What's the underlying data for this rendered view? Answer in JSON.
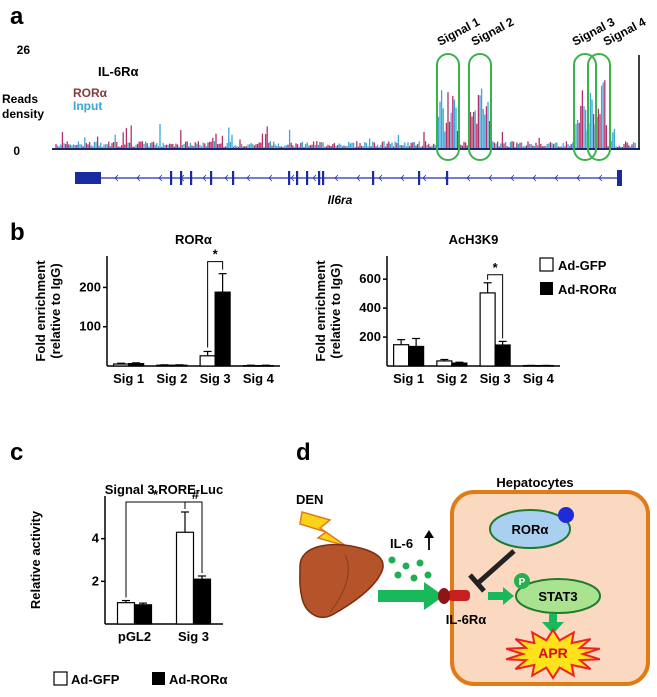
{
  "panel_a": {
    "label": "a",
    "gene_label": "IL-6Rα",
    "ymax": "26",
    "ymin": "0",
    "ylabel_line1": "Reads",
    "ylabel_line2": "density",
    "legend": [
      {
        "name": "RORα",
        "color": "#b3306a"
      },
      {
        "name": "Input",
        "color": "#3aa6d8"
      }
    ],
    "signals": [
      "Signal 1",
      "Signal 2",
      "Signal 3",
      "Signal 4"
    ],
    "gene_name": "Il6ra"
  },
  "panel_b": {
    "label": "b",
    "legend": [
      "Ad-GFP",
      "Ad-RORα"
    ]
  },
  "panel_c": {
    "label": "c",
    "legend": [
      "Ad-GFP",
      "Ad-RORα"
    ]
  },
  "panel_d": {
    "label": "d",
    "den": "DEN",
    "hepatocytes": "Hepatocytes",
    "il6": "IL-6",
    "rora": "RORα",
    "stat3": "STAT3",
    "p": "P",
    "il6ra": "IL-6Rα",
    "apr": "APR"
  },
  "chart_data": [
    {
      "type": "bar",
      "title": "RORα",
      "ylabel": "Fold enrichment (relative to IgG)",
      "categories": [
        "Sig 1",
        "Sig 2",
        "Sig 3",
        "Sig 4"
      ],
      "yticks": [
        100,
        200
      ],
      "ylim": [
        0,
        280
      ],
      "series": [
        {
          "name": "Ad-GFP",
          "values": [
            5,
            2,
            26,
            1
          ],
          "errors": [
            2,
            1,
            11,
            1
          ]
        },
        {
          "name": "Ad-RORα",
          "values": [
            6,
            2,
            188,
            1
          ],
          "errors": [
            2,
            1,
            47,
            1
          ]
        }
      ],
      "significance": [
        {
          "category": "Sig 3",
          "mark": "*"
        }
      ]
    },
    {
      "type": "bar",
      "title": "AcH3K9",
      "ylabel": "Fold enrichment (relative to IgG)",
      "categories": [
        "Sig 1",
        "Sig 2",
        "Sig 3",
        "Sig 4"
      ],
      "yticks": [
        200,
        400,
        600
      ],
      "ylim": [
        0,
        760
      ],
      "series": [
        {
          "name": "Ad-GFP",
          "values": [
            147,
            35,
            505,
            3
          ],
          "errors": [
            35,
            10,
            70,
            1
          ]
        },
        {
          "name": "Ad-RORα",
          "values": [
            135,
            20,
            145,
            3
          ],
          "errors": [
            55,
            6,
            25,
            1
          ]
        }
      ],
      "significance": [
        {
          "category": "Sig 3",
          "mark": "*"
        }
      ]
    },
    {
      "type": "bar",
      "title": "Signal 3 RORE-Luc",
      "ylabel": "Relative activity",
      "categories": [
        "pGL2",
        "Sig 3"
      ],
      "yticks": [
        2,
        4
      ],
      "ylim": [
        0,
        6
      ],
      "series": [
        {
          "name": "Ad-GFP",
          "values": [
            1.0,
            4.3
          ],
          "errors": [
            0.1,
            0.95
          ]
        },
        {
          "name": "Ad-RORα",
          "values": [
            0.9,
            2.1
          ],
          "errors": [
            0.08,
            0.15
          ]
        }
      ],
      "significance": [
        {
          "between": "pGL2 Ad-GFP / Sig 3 Ad-GFP",
          "mark": "*"
        },
        {
          "category": "Sig 3",
          "mark": "#"
        }
      ]
    }
  ]
}
